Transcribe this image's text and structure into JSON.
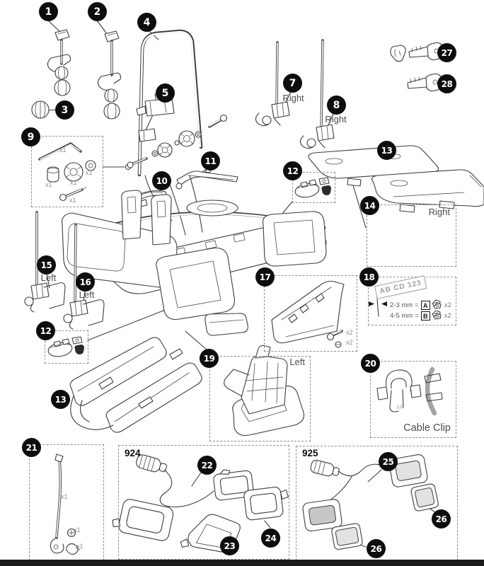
{
  "callouts": {
    "c1": "1",
    "c2": "2",
    "c3": "3",
    "c4": "4",
    "c5": "5",
    "c7": "7",
    "c8": "8",
    "c9": "9",
    "c10": "10",
    "c11": "11",
    "c12a": "12",
    "c12b": "12",
    "c13a": "13",
    "c13b": "13",
    "c14": "14",
    "c15": "15",
    "c16": "16",
    "c17": "17",
    "c18": "18",
    "c19": "19",
    "c20": "20",
    "c21": "21",
    "c22": "22",
    "c23": "23",
    "c24": "24",
    "c25": "25",
    "c26a": "26",
    "c26b": "26",
    "c27": "27",
    "c28": "28"
  },
  "labels": {
    "right_7": "Right",
    "right_8": "Right",
    "right_14": "Right",
    "left_15": "Left",
    "left_16": "Left",
    "left_19": "Left",
    "cable_clip": "Cable Clip",
    "group_924": "924",
    "group_925": "925"
  },
  "plate": {
    "text": "AB CD 123",
    "rows": [
      {
        "range": "2-3 mm",
        "eq": "=",
        "letter": "A",
        "qty": "x2"
      },
      {
        "range": "4-5 mm",
        "eq": "=",
        "letter": "B",
        "qty": "x2"
      }
    ]
  },
  "quantities": {
    "box9_allen": "x1",
    "box9_washer": "x1",
    "box9_spacer": "x1",
    "box9_knob": "x1",
    "box9_bolt": "x1",
    "box17_bolt": "x2",
    "box17_screw": "x2",
    "box20_clip": "x4",
    "box21_strap": "x1",
    "box21_screw": "x1",
    "box21_knob": "x1"
  }
}
